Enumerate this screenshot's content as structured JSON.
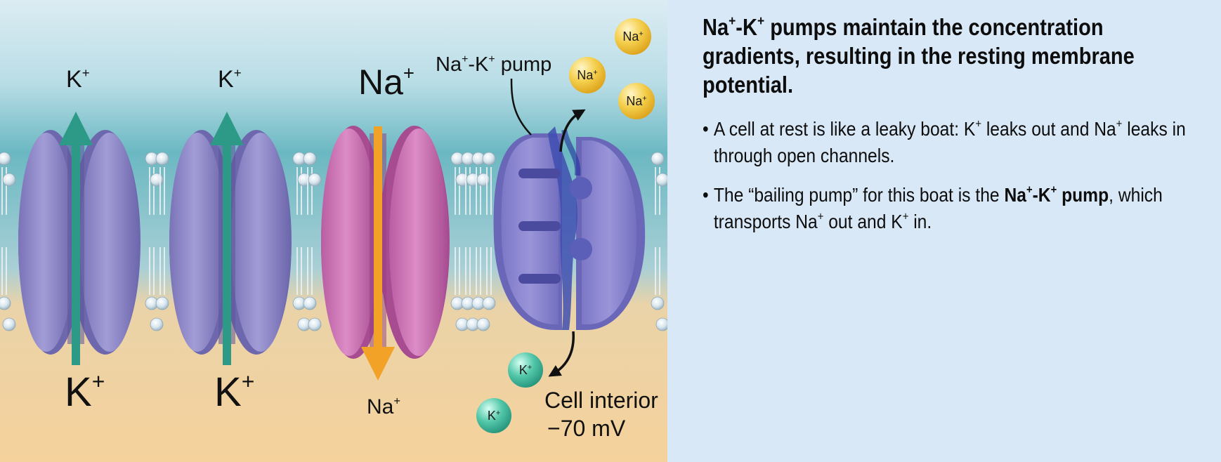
{
  "diagram": {
    "channel_labels": [
      {
        "ion": "K",
        "charge": "+"
      },
      {
        "ion": "K",
        "charge": "+"
      },
      {
        "ion": "Na",
        "charge": "+"
      }
    ],
    "interior_labels": [
      {
        "ion": "K",
        "charge": "+"
      },
      {
        "ion": "K",
        "charge": "+"
      },
      {
        "ion": "Na",
        "charge": "+"
      }
    ],
    "pump_label": {
      "part1": "Na",
      "sup1": "+",
      "part2": "-K",
      "sup2": "+",
      "part3": " pump"
    },
    "outside_ions": [
      {
        "ion": "Na",
        "charge": "+"
      },
      {
        "ion": "Na",
        "charge": "+"
      },
      {
        "ion": "Na",
        "charge": "+"
      }
    ],
    "inside_ions": [
      {
        "ion": "K",
        "charge": "+"
      },
      {
        "ion": "K",
        "charge": "+"
      }
    ],
    "cell_interior": {
      "line1": "Cell interior",
      "line2": "−70 mV"
    },
    "colors": {
      "extracellular_top": "#cfe6ee",
      "extracellular_bottom": "#5fb2bd",
      "cytoplasm": "#f3cd93",
      "k_channel": "#8d87c7",
      "na_channel": "#cf74b7",
      "pump": "#6f6fc9",
      "k_arrow": "#2c9a86",
      "na_arrow": "#f2a226"
    }
  },
  "text_panel": {
    "headline": {
      "a": "Na",
      "a_sup": "+",
      "b": "-K",
      "b_sup": "+",
      "c": " pumps maintain the concentration gradients, resulting in the resting membrane potential."
    },
    "bullet1": {
      "a": "A cell at rest is like a leaky boat: K",
      "a_sup": "+",
      "b": " leaks out and Na",
      "b_sup": "+",
      "c": " leaks in through open channels."
    },
    "bullet2": {
      "a": "The “bailing pump” for this boat is the ",
      "bold_a": "Na",
      "bold_a_sup": "+",
      "bold_b": "-K",
      "bold_b_sup": "+",
      "bold_c": " pump",
      "b": ", which transports Na",
      "b_sup": "+",
      "c": " out and K",
      "c_sup": "+",
      "d": " in."
    }
  }
}
